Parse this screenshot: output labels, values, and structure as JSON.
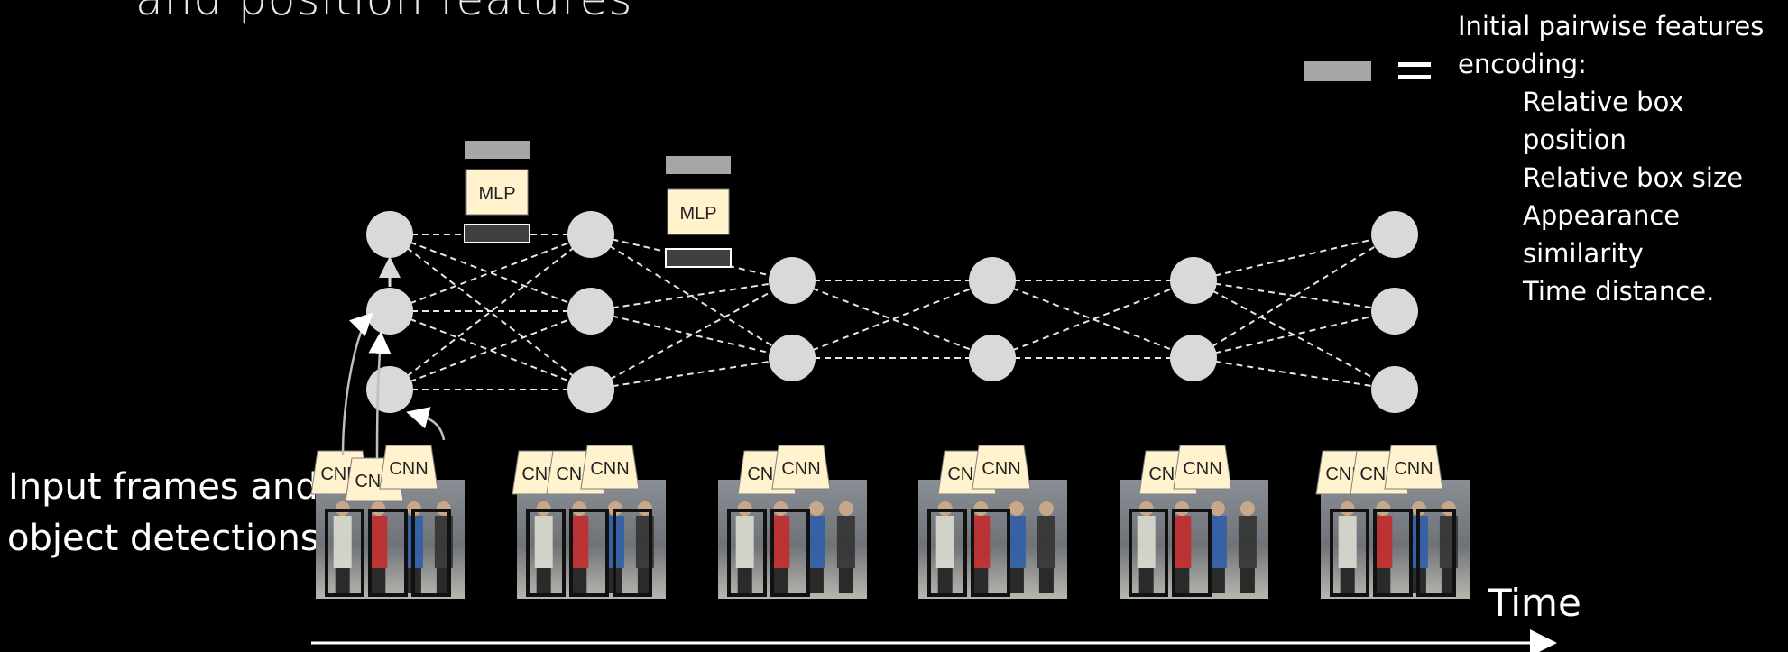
{
  "slide": {
    "title": "and position features",
    "input_label_line1": "Input frames and",
    "input_label_line2": "object detections",
    "time_label": "Time"
  },
  "legend": {
    "intro_line1": "Initial pairwise features",
    "intro_line2": "encoding:",
    "items": [
      "Relative box position",
      "Relative box size",
      "Appearance similarity",
      "Time distance."
    ]
  },
  "mlp_label": "MLP",
  "cnn_label": "CNN",
  "frames": [
    {
      "cnn_count": 3
    },
    {
      "cnn_count": 3
    },
    {
      "cnn_count": 2
    },
    {
      "cnn_count": 2
    },
    {
      "cnn_count": 2
    },
    {
      "cnn_count": 3
    }
  ],
  "colors": {
    "node": "#d9d9d9",
    "edge": "#ffffff",
    "mlp_box": "#fff2cc",
    "feature_bar": "#a6a6a6",
    "dark_bar": "#404040",
    "background": "#000000"
  }
}
